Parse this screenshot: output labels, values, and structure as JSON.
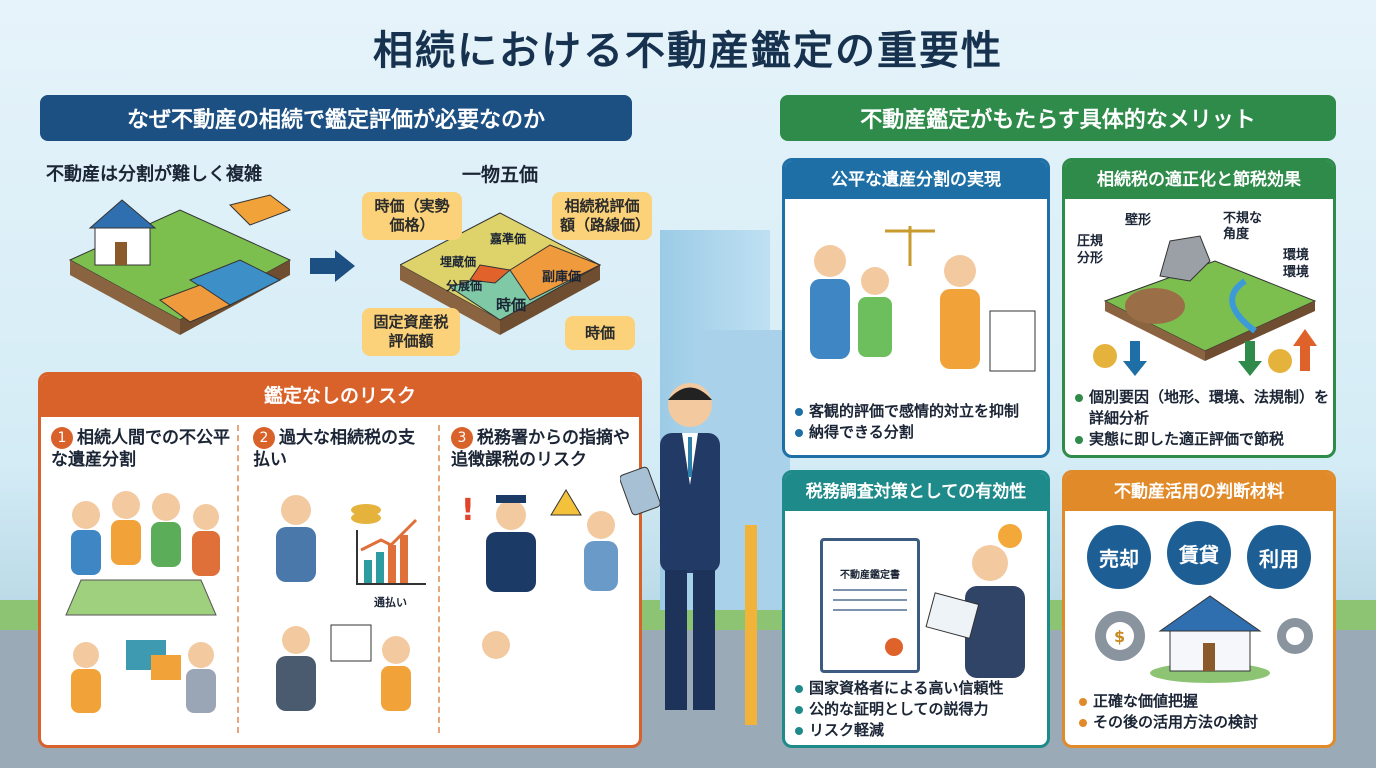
{
  "title": "相続における不動産鑑定の重要性",
  "left_header": "なぜ不動産の相続で鑑定評価が必要なのか",
  "right_header": "不動産鑑定がもたらす具体的なメリット",
  "complex": {
    "label": "不動産は分割が難しく複雑"
  },
  "ichibutsu": {
    "label": "一物五価",
    "tags": [
      "時価（実勢価格）",
      "相続税評価額（路線価）",
      "固定資産税評価額",
      "時価"
    ],
    "tiles": [
      "嘉準価",
      "埋蔵価",
      "副庫価",
      "分展価",
      "時価"
    ]
  },
  "risk": {
    "header": "鑑定なしのリスク",
    "items": [
      {
        "num": "1",
        "title": "相続人間での不公平な遺産分割"
      },
      {
        "num": "2",
        "title": "過大な相続税の支払い",
        "chart_label": "通払い"
      },
      {
        "num": "3",
        "title": "税務署からの指摘や追徴課税のリスク"
      }
    ]
  },
  "panels": {
    "fair": {
      "header": "公平な遺産分割の実現",
      "bullets": [
        "客観的評価で感情的対立を抑制",
        "納得できる分割"
      ]
    },
    "tax": {
      "header": "相続税の適正化と節税効果",
      "labels": [
        "壁形",
        "不規な角度",
        "圧規分形",
        "環境環境"
      ],
      "bullets": [
        "個別要因（地形、環境、法規制）を詳細分析",
        "実態に即した適正評価で節税"
      ]
    },
    "audit": {
      "header": "税務調査対策としての有効性",
      "doc": "不動産鑑定書",
      "bullets": [
        "国家資格者による高い信頼性",
        "公的な証明としての説得力",
        "リスク軽減"
      ]
    },
    "use": {
      "header": "不動産活用の判断材料",
      "options": [
        "売却",
        "賃貸",
        "利用"
      ],
      "bullets": [
        "正確な価値把握",
        "その後の活用方法の検討"
      ]
    }
  },
  "colors": {
    "navy": "#1c4f82",
    "green": "#2e8b4a",
    "orange": "#d9622b",
    "teal": "#1f8a8a",
    "amber": "#e08a2a",
    "blue": "#1d6fa5"
  }
}
